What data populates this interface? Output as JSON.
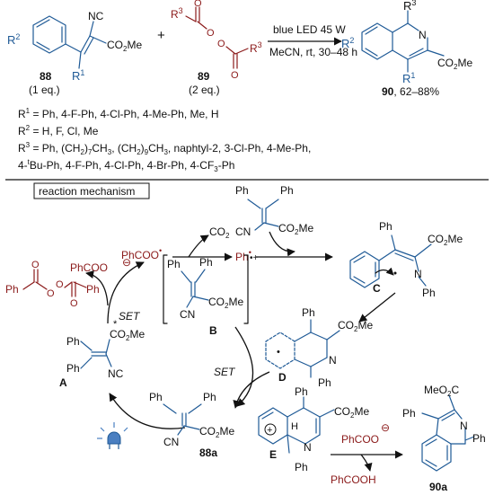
{
  "colors": {
    "blue": "#1f5a96",
    "red": "#8b1a1a",
    "black": "#111111",
    "led": "#4a7fc1"
  },
  "top": {
    "r2": "R",
    "r2sup": "2",
    "nc": "NC",
    "co2me": "CO",
    "co2me_sub": "2",
    "co2me_end": "Me",
    "r1": "R",
    "r1sup": "1",
    "plus": "+",
    "r3a": "R",
    "r3asup": "3",
    "r3b": "R",
    "r3bsup": "3",
    "o": "O",
    "cond1": "blue LED 45 W",
    "cond2": "MeCN, rt, 30–48 h",
    "label88": "88",
    "eq88": "(1 eq.)",
    "label89": "89",
    "eq89": "(2 eq.)",
    "prod_r3": "R",
    "prod_r3sup": "3",
    "prod_r2": "R",
    "prod_r2sup": "2",
    "prod_n": "N",
    "prod_r1": "R",
    "prod_r1sup": "1",
    "label90": "90",
    "yield90": ", 62–88%"
  },
  "substituents": {
    "r1_label": "R",
    "r1_sup": "1",
    "r1_text": " = Ph, 4-F-Ph, 4-Cl-Ph, 4-Me-Ph, Me, H",
    "r2_label": "R",
    "r2_sup": "2",
    "r2_text": " = H, F, Cl, Me",
    "r3_label": "R",
    "r3_sup": "3",
    "r3_text": " = Ph, (CH",
    "r3_sub1": "2",
    "r3_mid1": ")",
    "r3_sub2": "7",
    "r3_mid2": "CH",
    "r3_sub3": "3",
    "r3_mid3": ", (CH",
    "r3_sub4": "2",
    "r3_mid4": ")",
    "r3_sub5": "9",
    "r3_mid5": "CH",
    "r3_sub6": "3",
    "r3_tail": ", naphtyl-2, 3-Cl-Ph, 4-Me-Ph,",
    "line4_a": "4-",
    "line4_t": "t",
    "line4_b": "Bu-Ph, 4-F-Ph, 4-Cl-Ph, 4-Br-Ph, 4-CF",
    "line4_sub": "3",
    "line4_c": "-Ph"
  },
  "mechanism": {
    "title": "reaction mechanism",
    "phcoo_rad": "PhCOO",
    "rad_dot": "•",
    "co2": "CO",
    "co2_sub": "2",
    "ph_rad": "Ph",
    "phcoo_anion": "PhCOO",
    "minus": "⊖",
    "set1": "SET",
    "set2": "SET",
    "ph": "Ph",
    "n": "N",
    "cn": "CN",
    "nc": "NC",
    "co2me": "CO",
    "co2me_sub": "2",
    "co2me_end": "Me",
    "rad_cation": "•+",
    "star": "*",
    "label_a": "A",
    "label_b": "B",
    "label_c": "C",
    "label_d": "D",
    "label_e": "E",
    "label_88a": "88a",
    "label_90a": "90a",
    "h": "H",
    "meo2c": "MeO",
    "meo2c_sub": "2",
    "meo2c_end": "C",
    "phcooh": "PhCOOH",
    "plus_circ": "+",
    "o": "O"
  }
}
